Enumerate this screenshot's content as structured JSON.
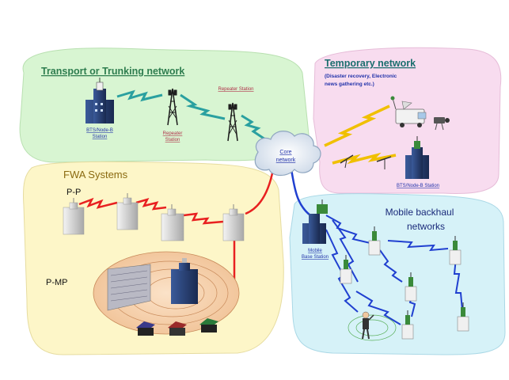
{
  "regions": {
    "transport": {
      "title": "Transport or Trunking network",
      "labels": {
        "bts_line1": "BTS/Node-B",
        "bts_line2": "Station",
        "repeater_line1": "Repeater",
        "repeater_line2": "Station",
        "repeater_top": "Repeater Station"
      }
    },
    "temporary": {
      "title": "Temporary network",
      "subtitle_line1": "(Disaster recovery, Electronic",
      "subtitle_line2": "news gathering etc.)",
      "bts_label": "BTS/Node-B Station"
    },
    "core": {
      "line1": "Core",
      "line2": "network"
    },
    "fwa": {
      "title": "FWA Systems",
      "pp_label": "P-P",
      "pmp_label": "P-MP"
    },
    "mobile": {
      "title_line1": "Mobile backhaul",
      "title_line2": "networks",
      "base_line1": "Mobile",
      "base_line2": "Base Station"
    }
  },
  "colors": {
    "transport_bg": "#d8f5d2",
    "temporary_bg": "#f8dcef",
    "fwa_bg": "#fdf6c8",
    "mobile_bg": "#d6f2f8",
    "title_green": "#2e7d4f",
    "title_teal": "#1a6e6e",
    "label_blue": "#2233aa",
    "label_red": "#b03048",
    "link_red": "#e82020",
    "link_blue": "#2040d0",
    "link_teal": "#2aa0a0",
    "bolt_yellow": "#f0c000"
  }
}
